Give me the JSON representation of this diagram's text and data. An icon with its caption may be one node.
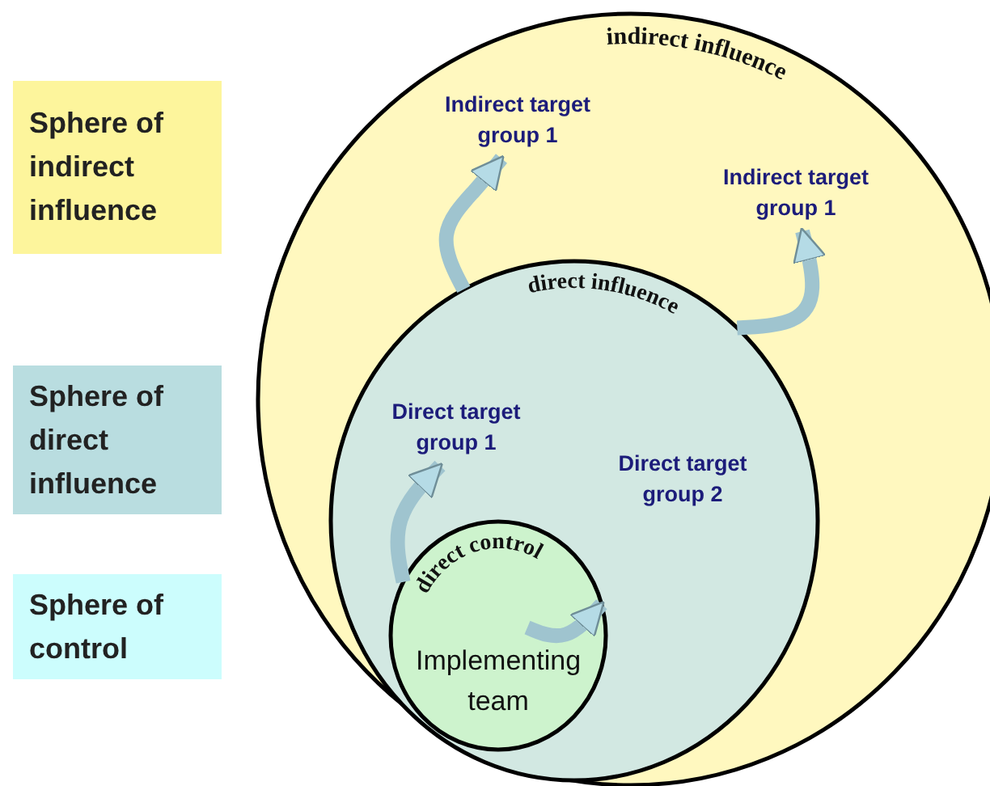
{
  "diagram": {
    "nodes": [
      {
        "text": [
          "indirect influence"
        ]
      },
      {
        "text": [
          "direct influence"
        ],
        "in": 0
      },
      {
        "text": [
          "direct control",
          "Implementing team"
        ],
        "in": 1
      },
      {
        "text": [
          "Indirect target group 1"
        ],
        "in": 0
      },
      {
        "text": [
          "Indirect target group 1"
        ],
        "in": 0
      },
      {
        "text": [
          "Direct target group 1"
        ],
        "in": 1
      },
      {
        "text": [
          "Direct target group 2"
        ],
        "in": 1
      },
      {
        "text": [
          "Sphere of indirect influence"
        ]
      },
      {
        "text": [
          "Sphere of direct influence"
        ]
      },
      {
        "text": [
          "Sphere of control"
        ]
      }
    ],
    "edges": [
      {
        "from": 1,
        "to": 3,
        "arrow": "to"
      },
      {
        "from": 1,
        "to": 4,
        "arrow": "to"
      },
      {
        "from": 2,
        "to": 5,
        "arrow": "to"
      },
      {
        "from": null,
        "to": 2,
        "arrow": "to"
      }
    ]
  }
}
